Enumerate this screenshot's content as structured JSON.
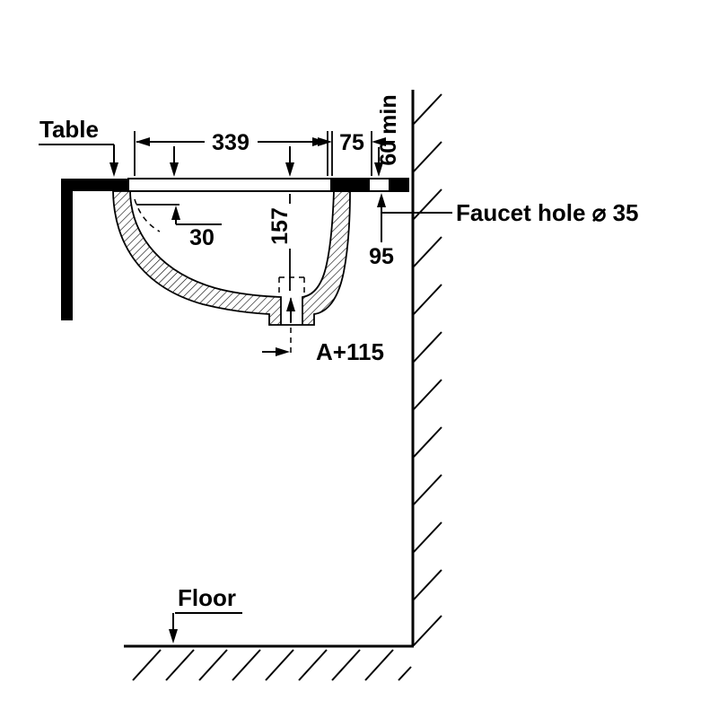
{
  "diagram": {
    "labels": {
      "table": "Table",
      "floor": "Floor",
      "faucet_hole": "Faucet hole ⌀ 35"
    },
    "dimensions": {
      "basin_opening_width": "339",
      "deck_width": "75",
      "wall_clearance": "60 min",
      "rim_depth": "30",
      "bowl_depth": "157",
      "faucet_hole_depth": "95",
      "drain_outlet_height": "A+115"
    },
    "colors": {
      "line": "#000000",
      "background": "#ffffff"
    }
  }
}
